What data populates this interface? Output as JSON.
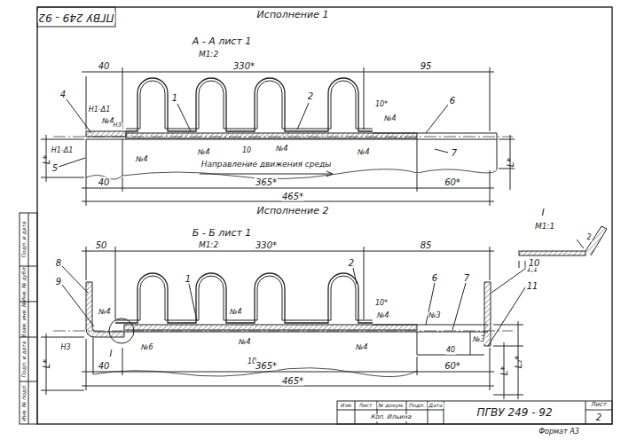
{
  "diagram": {
    "labels": [
      "ПГВУ 249 - 92",
      "Исполнение 1",
      "А - А лист 1",
      "М1:2",
      "40",
      "330*",
      "95",
      "1",
      "2",
      "4",
      "Н1-Δ1",
      "№4",
      "Н3",
      "10*",
      "№4",
      "Н1-Δ1",
      "№4",
      "№4",
      "10",
      "№4",
      "№4",
      "6",
      "7",
      "5",
      "Направление движения среды",
      "L*",
      "40",
      "365*",
      "465*",
      "60*",
      "L*",
      "I",
      "М1:1",
      "1,1",
      "2",
      "Исполнение 2",
      "Б - Б лист 1",
      "М1:2",
      "50",
      "330*",
      "85",
      "8",
      "1",
      "2",
      "6",
      "7",
      "10",
      "9",
      "11",
      "№4",
      "№4",
      "10*",
      "№4",
      "№3",
      "Н3",
      "№6",
      "I",
      "№4",
      "10",
      "№4",
      "№3",
      "40",
      "40",
      "365*",
      "465*",
      "60*",
      "L*",
      "L*",
      "L₂*",
      "Изм",
      "Лист",
      "№ докум.",
      "Подп.",
      "Дата",
      "ПГВУ 249 - 92",
      "Лист",
      "2",
      "Коп. Ильина",
      "Формат А3",
      "Инв. № подл.",
      "Подп. и дата",
      "Взам. инв. №",
      "Инв. № дубл.",
      "Подп. и дата"
    ]
  }
}
